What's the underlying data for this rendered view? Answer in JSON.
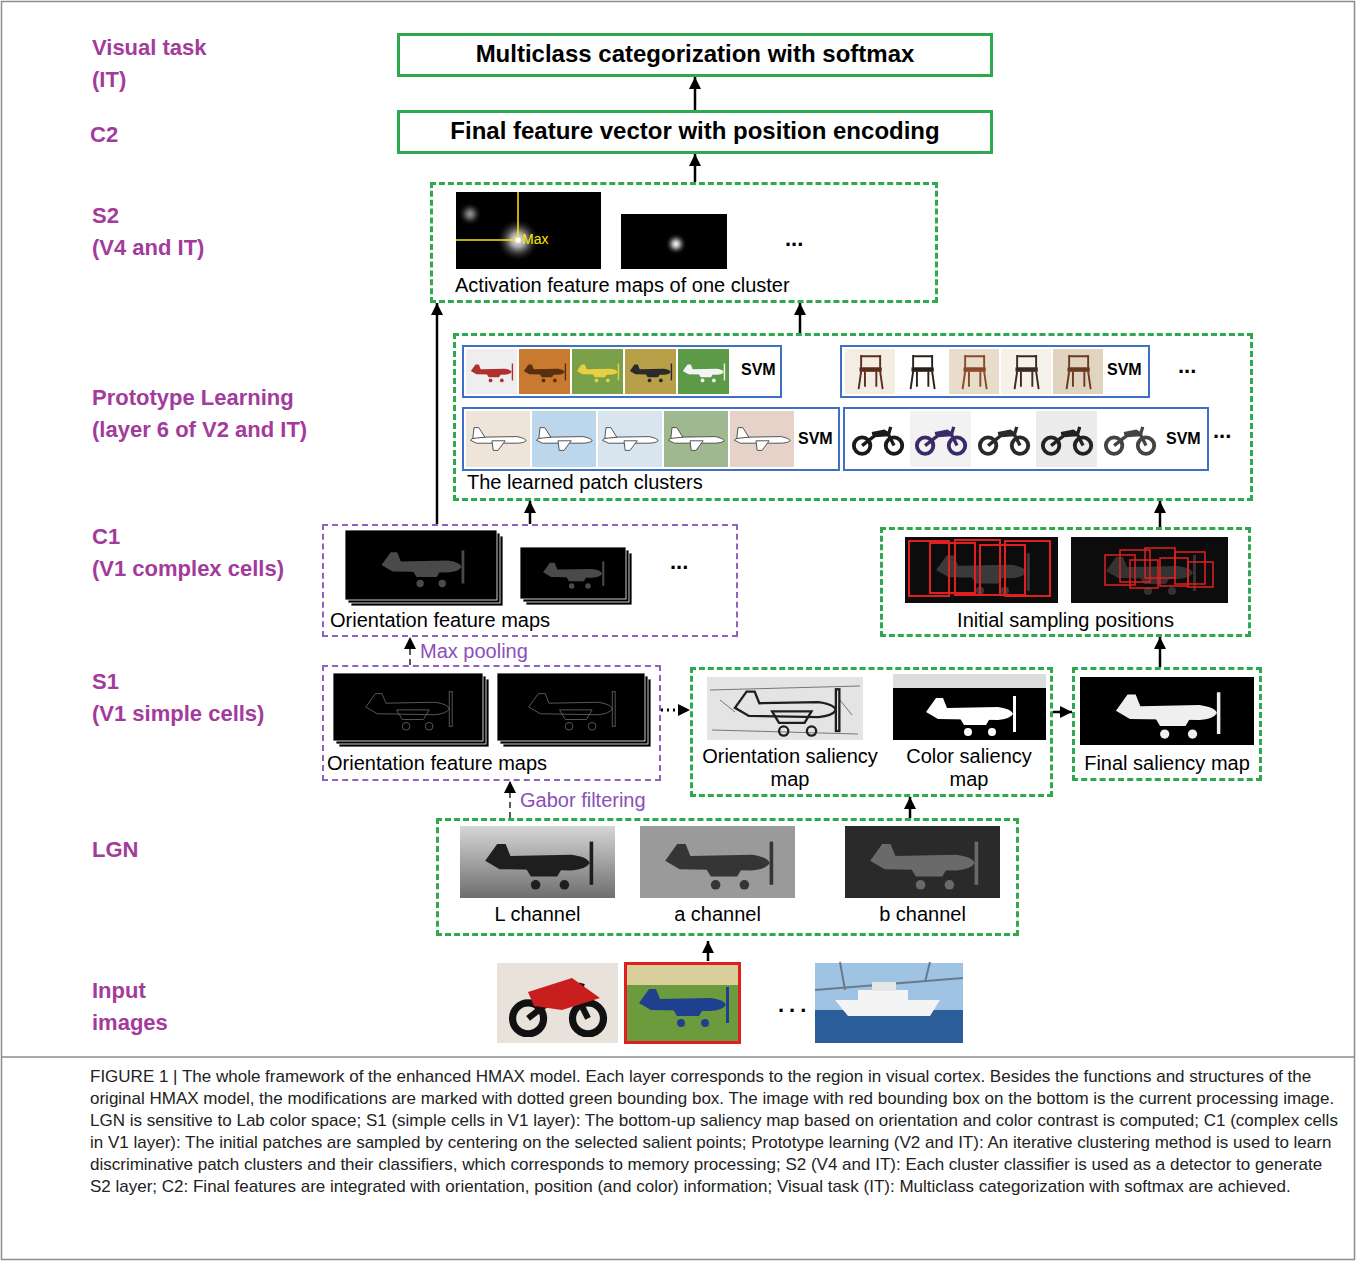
{
  "diagram": {
    "caption": "FIGURE 1 | The whole framework of the enhanced HMAX model. Each layer corresponds to the region in visual cortex. Besides the functions and structures of the original HMAX model, the modifications are marked with dotted green bounding box. The image with red bounding box on the bottom is the current processing image. LGN is sensitive to Lab color space; S1 (simple cells in V1 layer): The bottom-up saliency map based on orientation and color contrast is computed; C1 (complex cells in V1 layer): The initial patches are sampled by centering on the selected salient points; Prototype learning (V2 and IT): An iterative clustering method is used to learn discriminative patch clusters and their classifiers, which corresponds to memory processing; S2 (V4 and IT): Each cluster classifier is used as a detector to generate S2 layer; C2: Final features are integrated with orientation, position (and color) information; Visual task (IT): Multiclass categorization with softmax are achieved.",
    "nodes": [
      {
        "text": [
          "Multiclass categorization with softmax"
        ]
      },
      {
        "text": [
          "Final feature vector with position encoding"
        ]
      },
      {
        "text": [
          "Max",
          "...",
          "Activation feature maps of one cluster"
        ]
      },
      {
        "text": [
          "...",
          "...",
          "The learned patch clusters"
        ]
      },
      {
        "text": [
          "SVM"
        ],
        "in": 3
      },
      {
        "text": [
          "SVM"
        ],
        "in": 3
      },
      {
        "text": [
          "SVM"
        ],
        "in": 3
      },
      {
        "text": [
          "SVM"
        ],
        "in": 3
      },
      {
        "text": [
          "...",
          "Orientation feature maps"
        ]
      },
      {
        "text": [
          "Initial sampling positions"
        ]
      },
      {
        "text": [
          "Orientation feature maps"
        ]
      },
      {
        "text": [
          "Orientation saliency map",
          "Color saliency map"
        ]
      },
      {
        "text": [
          "Final saliency map"
        ]
      },
      {
        "text": [
          "L channel",
          "a channel",
          "b channel"
        ]
      }
    ],
    "edges": [
      {
        "from": 1,
        "to": 0,
        "arrow": "to"
      },
      {
        "from": 2,
        "to": 1,
        "arrow": "to"
      },
      {
        "from": 8,
        "to": 2,
        "arrow": "to"
      },
      {
        "from": 8,
        "to": 3,
        "arrow": "to"
      },
      {
        "from": 3,
        "to": 2,
        "arrow": "to"
      },
      {
        "from": 9,
        "to": 3,
        "arrow": "to"
      },
      {
        "from": 10,
        "to": 8,
        "label": "Max pooling",
        "arrow": "to"
      },
      {
        "from": 13,
        "to": 10,
        "label": "Gabor filtering",
        "arrow": "to"
      },
      {
        "from": 10,
        "to": 11,
        "arrow": "to"
      },
      {
        "from": 13,
        "to": 11,
        "arrow": "to"
      },
      {
        "from": 11,
        "to": 12,
        "arrow": "to"
      },
      {
        "from": 12,
        "to": 9,
        "arrow": "to"
      }
    ],
    "labels": [
      "Visual task (IT)",
      "C2",
      "S2 (V4 and IT)",
      "Prototype Learning (layer 6 of V2 and IT)",
      "C1 (V1 complex cells)",
      "S1 (V1 simple cells)",
      "LGN",
      "Input images",
      "..."
    ]
  }
}
